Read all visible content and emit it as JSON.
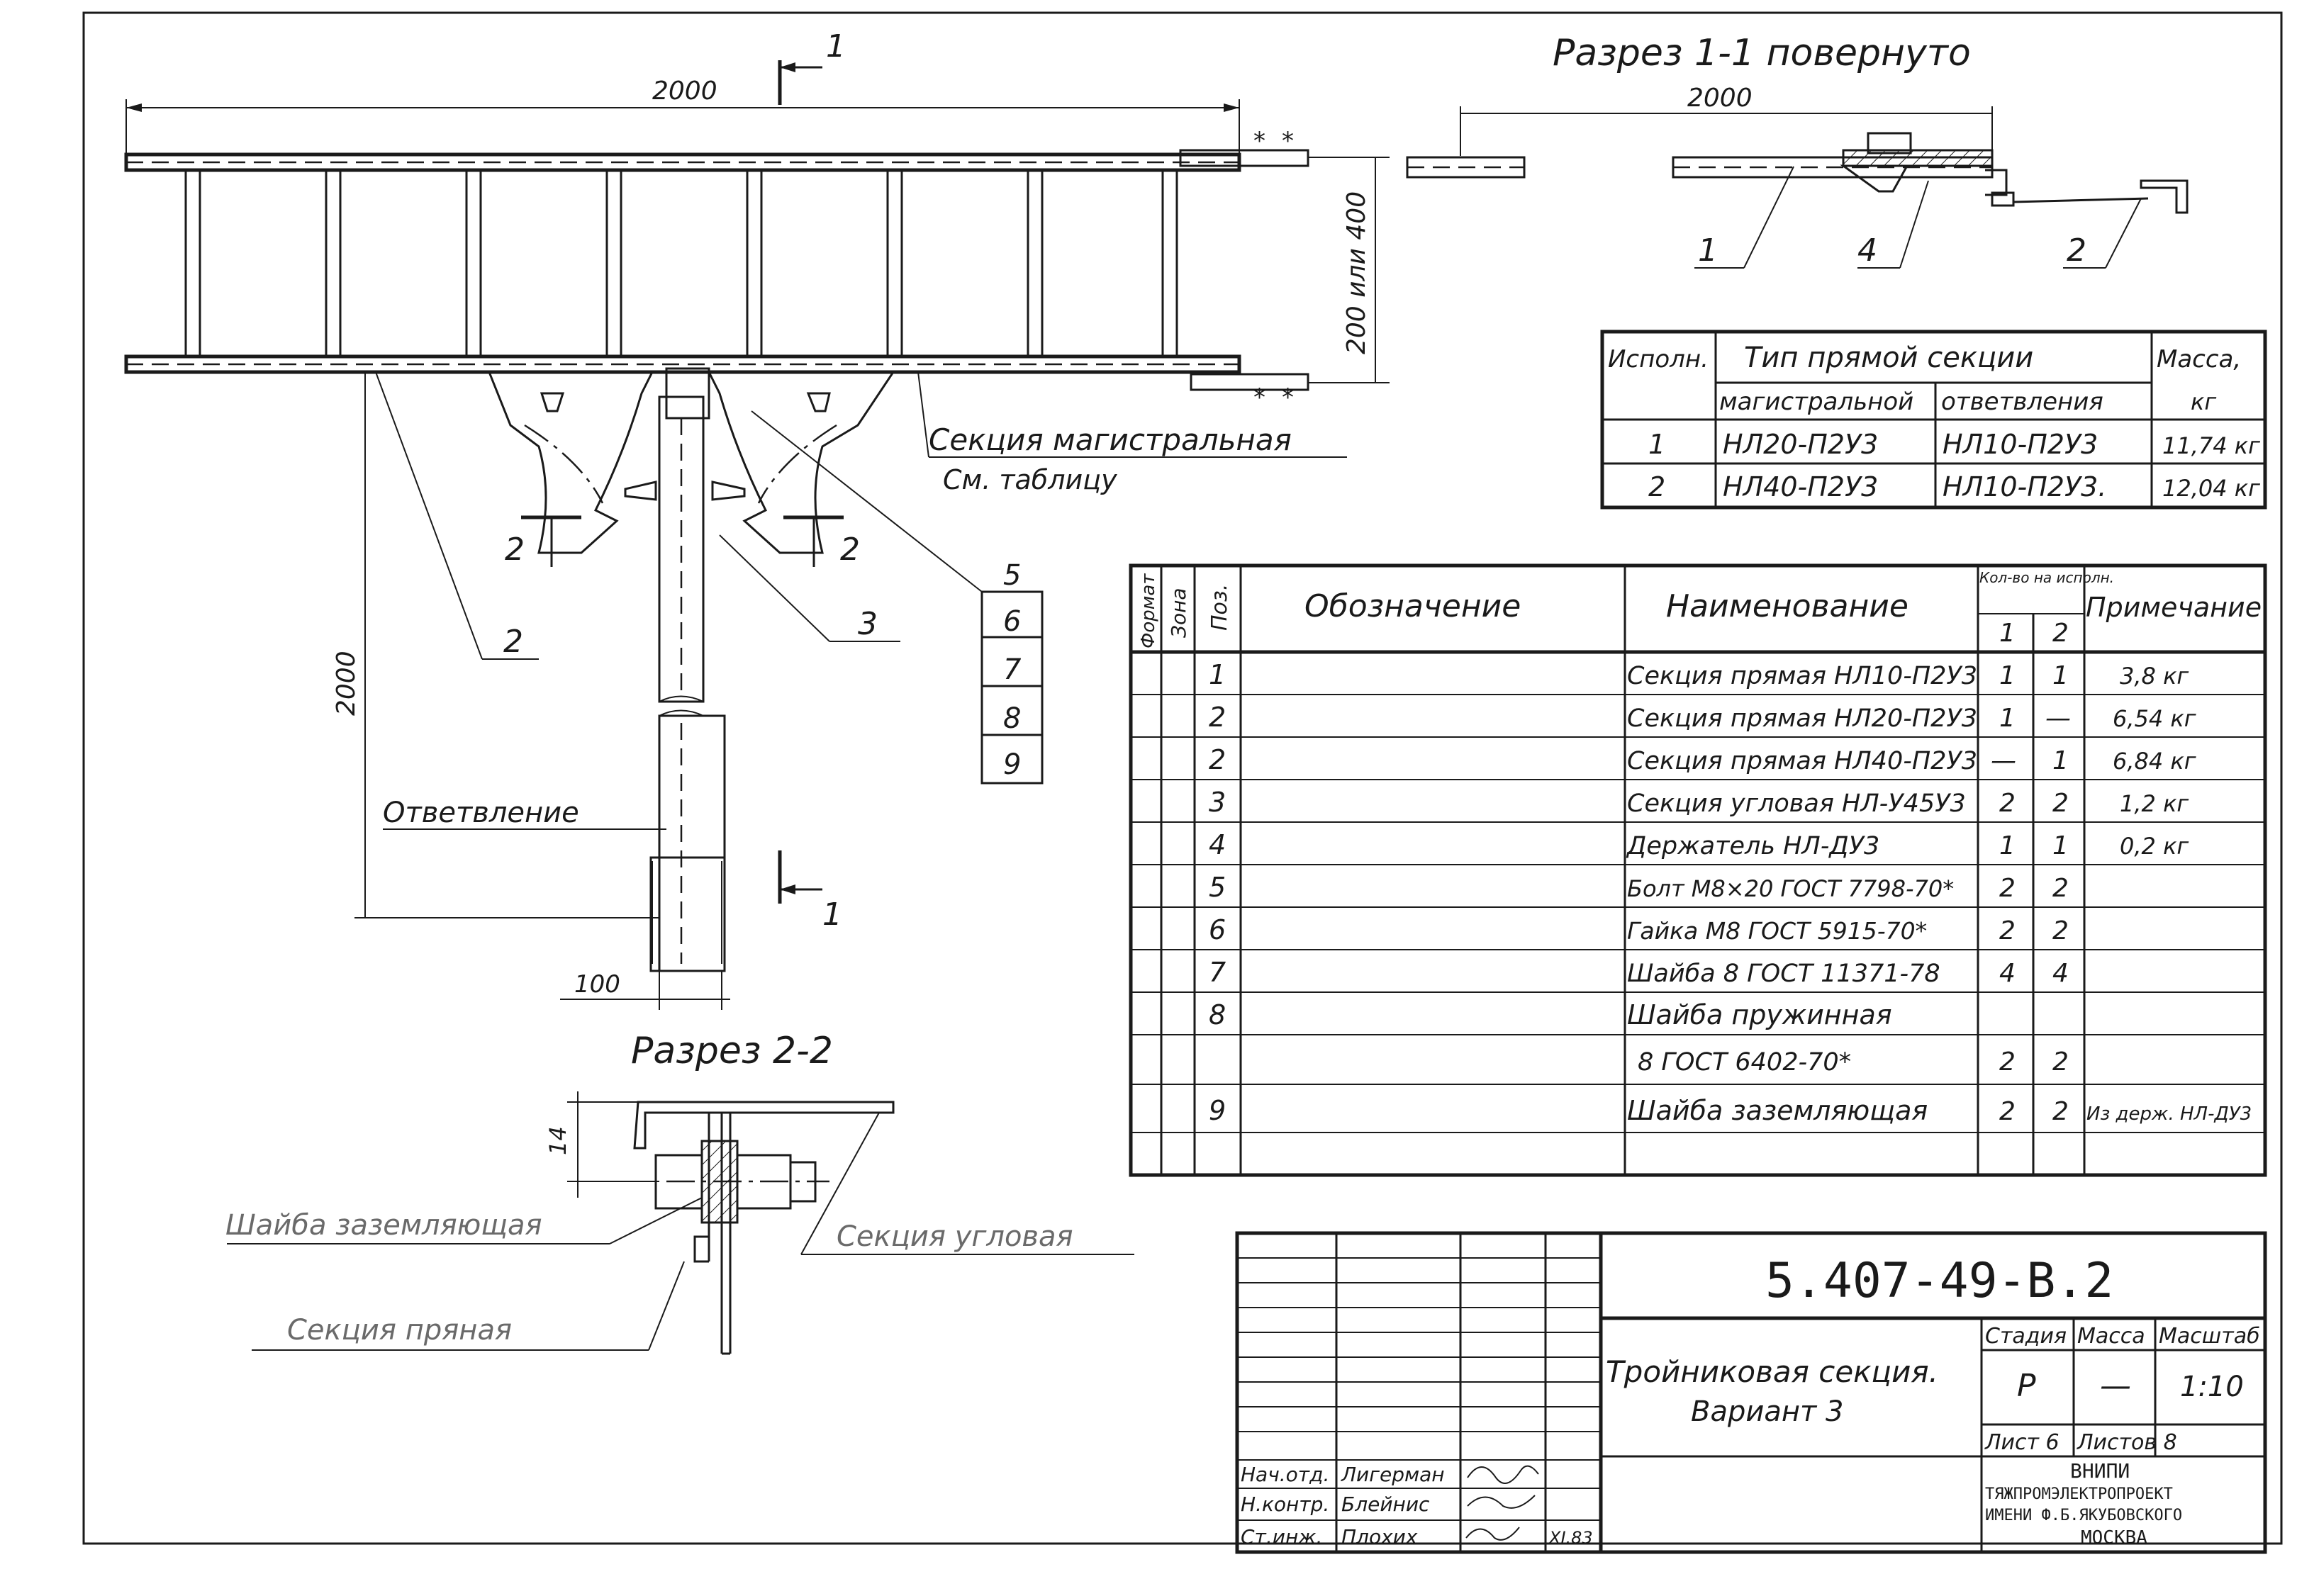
{
  "main_view": {
    "dim_length": "2000",
    "dim_height": "200 или 400",
    "dim_branch": "2000",
    "dim_width": "100",
    "section_mark": "1",
    "section_mark_bottom": "1",
    "section2_mark": "2",
    "callout_2a": "2",
    "callout_3": "3",
    "callouts_list": [
      "5",
      "6",
      "7",
      "8",
      "9"
    ],
    "label_main_section": "Секция магистральная",
    "label_see_table": "См. таблицу",
    "label_branch": "Ответвление",
    "star": "*"
  },
  "section_1_1": {
    "title": "Разрез 1-1 повернуто",
    "dim": "2000",
    "callouts": [
      "1",
      "4",
      "2"
    ]
  },
  "section_2_2": {
    "title": "Разрез 2-2",
    "dim": "14",
    "label_washer": "Шайба заземляющая",
    "label_corner": "Секция угловая",
    "label_straight": "Секция пряная"
  },
  "type_table": {
    "headers": {
      "variant": "Исполн.",
      "type": "Тип прямой секции",
      "main": "магистральной",
      "branch": "ответвления",
      "mass": "Масса,",
      "mass_unit": "кг"
    },
    "rows": [
      {
        "variant": "1",
        "main": "НЛ20-П2У3",
        "branch": "НЛ10-П2У3",
        "mass": "11,74 кг"
      },
      {
        "variant": "2",
        "main": "НЛ40-П2У3",
        "branch": "НЛ10-П2У3.",
        "mass": "12,04 кг"
      }
    ]
  },
  "spec_table": {
    "headers": {
      "format": "Формат",
      "zone": "Зона",
      "pos": "Поз.",
      "designation": "Обозначение",
      "name": "Наименование",
      "qty": "Кол-во на исполн.",
      "qty1": "1",
      "qty2": "2",
      "note": "Примечание"
    },
    "rows": [
      {
        "pos": "1",
        "name": "Секция прямая НЛ10-П2У3",
        "q1": "1",
        "q2": "1",
        "note": "3,8 кг"
      },
      {
        "pos": "2",
        "name": "Секция прямая НЛ20-П2У3",
        "q1": "1",
        "q2": "—",
        "note": "6,54 кг"
      },
      {
        "pos": "2",
        "name": "Секция прямая НЛ40-П2У3",
        "q1": "—",
        "q2": "1",
        "note": "6,84 кг"
      },
      {
        "pos": "3",
        "name": "Секция угловая НЛ-У45У3",
        "q1": "2",
        "q2": "2",
        "note": "1,2 кг"
      },
      {
        "pos": "4",
        "name": "Держатель НЛ-ДУ3",
        "q1": "1",
        "q2": "1",
        "note": "0,2 кг"
      },
      {
        "pos": "5",
        "name": "Болт М8×20 ГОСТ 7798-70*",
        "q1": "2",
        "q2": "2",
        "note": ""
      },
      {
        "pos": "6",
        "name": "Гайка М8 ГОСТ 5915-70*",
        "q1": "2",
        "q2": "2",
        "note": ""
      },
      {
        "pos": "7",
        "name": "Шайба 8 ГОСТ 11371-78",
        "q1": "4",
        "q2": "4",
        "note": ""
      },
      {
        "pos": "8",
        "name": "Шайба пружинная",
        "q1": "",
        "q2": "",
        "note": ""
      },
      {
        "pos": "",
        "name": "8 ГОСТ 6402-70*",
        "q1": "2",
        "q2": "2",
        "note": ""
      },
      {
        "pos": "9",
        "name": "Шайба заземляющая",
        "q1": "2",
        "q2": "2",
        "note": "Из держ. НЛ-ДУ3"
      },
      {
        "pos": "",
        "name": "",
        "q1": "",
        "q2": "",
        "note": ""
      }
    ]
  },
  "title_block": {
    "doc_number": "5.407-49-В.2",
    "title_line1": "Тройниковая секция.",
    "title_line2": "Вариант 3",
    "stage_label": "Стадия",
    "mass_label": "Масса",
    "scale_label": "Масштаб",
    "stage": "Р",
    "mass": "—",
    "scale": "1:10",
    "sheet_label": "Лист 6",
    "sheets_label": "Листов 8",
    "org_lines": [
      "ВНИПИ",
      "ТЯЖПРОМЭЛЕКТРОПРОЕКТ",
      "ИМЕНИ Ф.Б.ЯКУБОВСКОГО",
      "МОСКВА"
    ],
    "roles": [
      {
        "role": "Нач.отд.",
        "name": "Лигерман"
      },
      {
        "role": "Н.контр.",
        "name": "Блейнис"
      },
      {
        "role": "Ст.инж.",
        "name": "Плохих"
      }
    ],
    "date": "XI.83"
  }
}
